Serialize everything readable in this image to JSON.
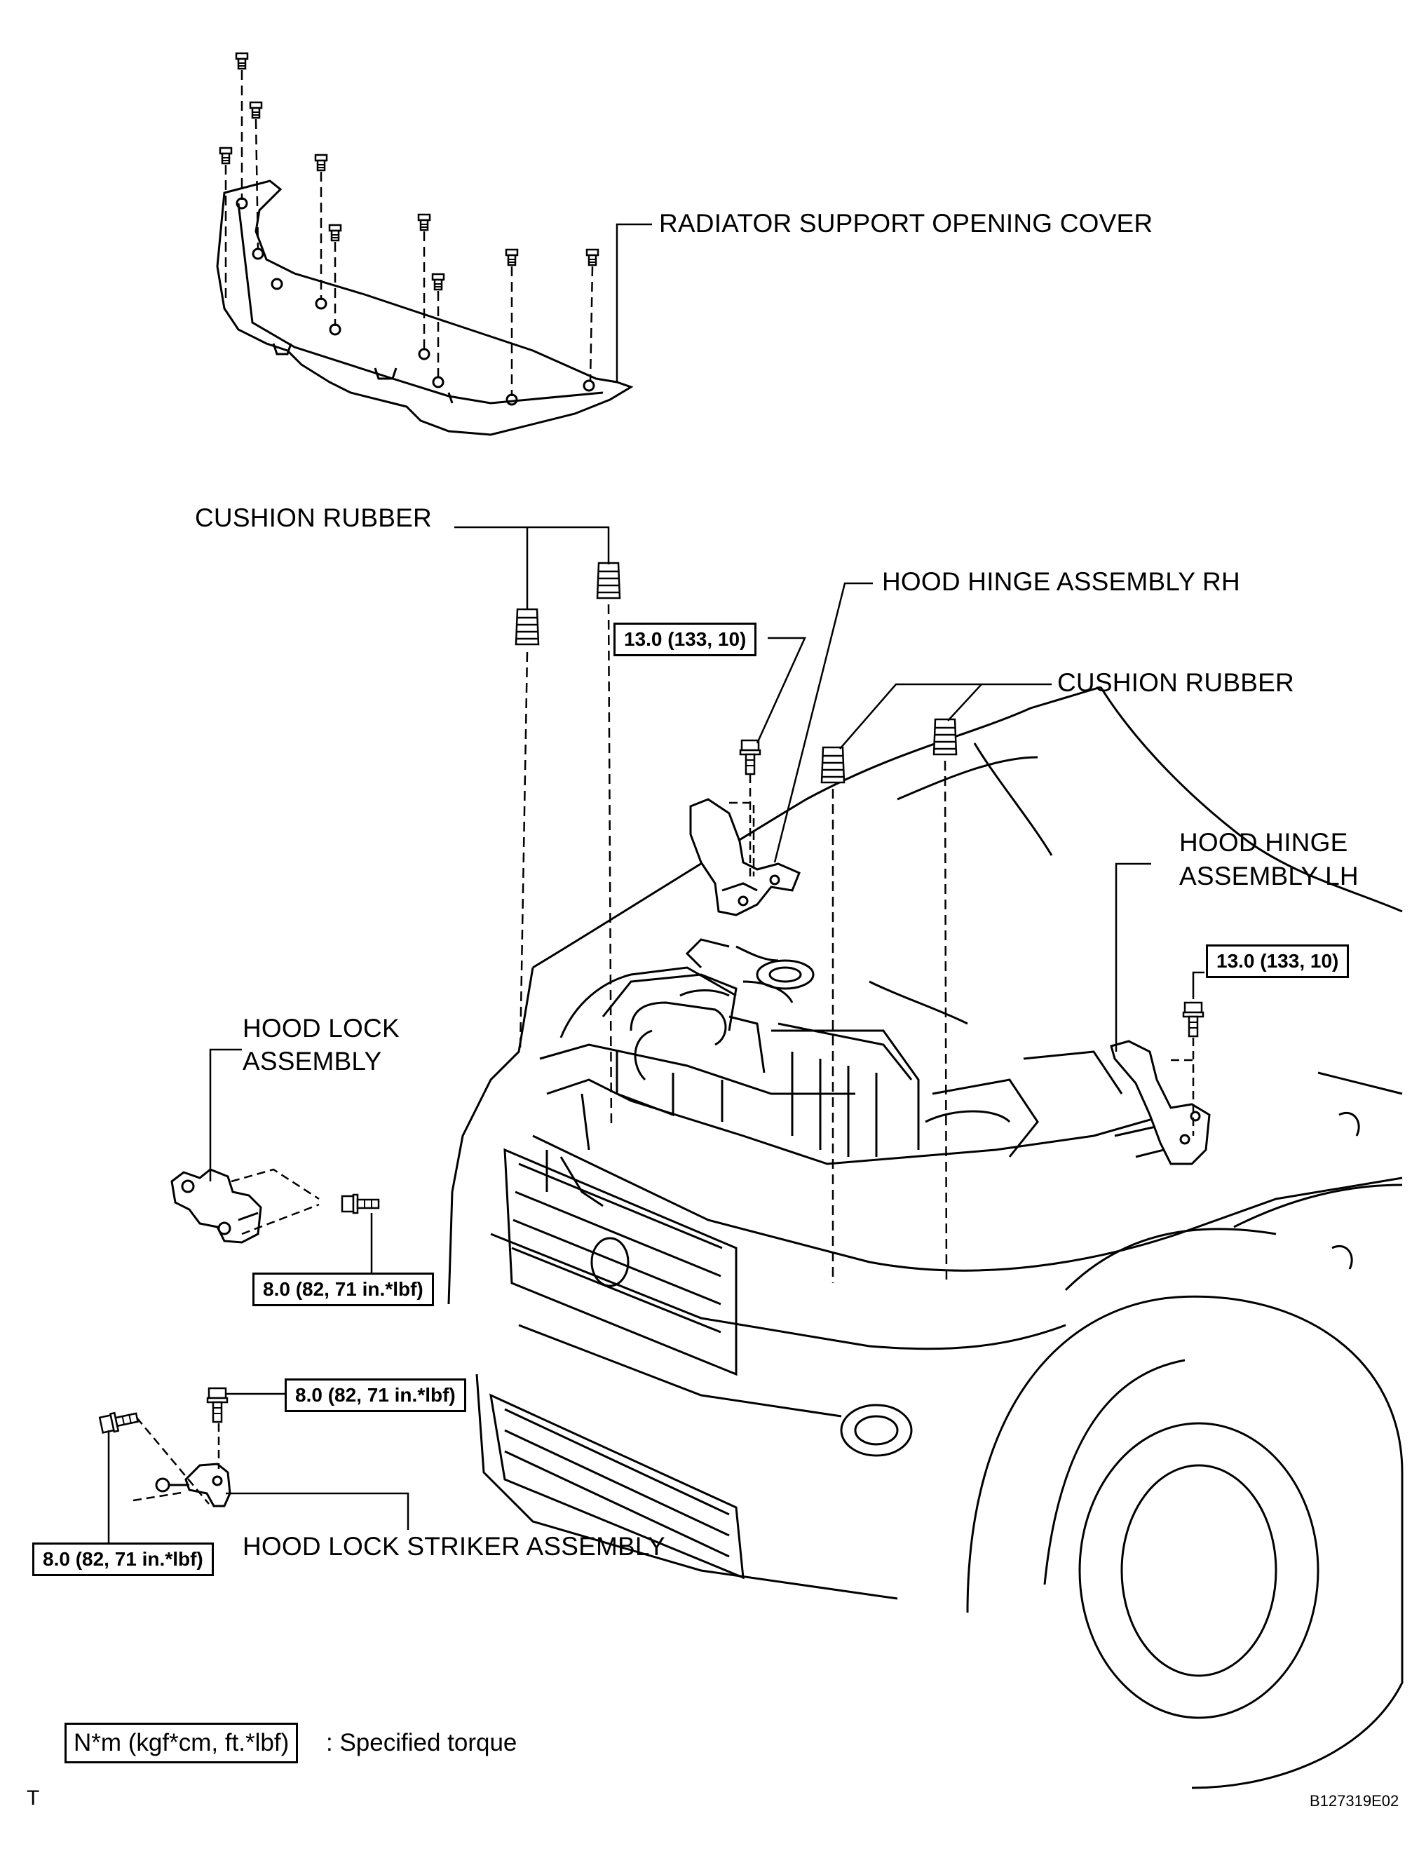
{
  "labels": {
    "radiator_cover": "RADIATOR SUPPORT OPENING COVER",
    "cushion_rubber_left": "CUSHION RUBBER",
    "hinge_rh": "HOOD HINGE ASSEMBLY RH",
    "cushion_rubber_right": "CUSHION RUBBER",
    "hinge_lh_line1": "HOOD HINGE",
    "hinge_lh_line2": "ASSEMBLY LH",
    "hood_lock_line1": "HOOD LOCK",
    "hood_lock_line2": "ASSEMBLY",
    "striker": "HOOD LOCK STRIKER ASSEMBLY"
  },
  "torques": {
    "hinge_rh": "13.0 (133, 10)",
    "hinge_lh": "13.0 (133, 10)",
    "hood_lock": "8.0 (82, 71 in.*lbf)",
    "striker_upper": "8.0 (82, 71 in.*lbf)",
    "striker_lower": "8.0 (82, 71 in.*lbf)"
  },
  "legend": {
    "box": "N*m (kgf*cm, ft.*lbf)",
    "text": ": Specified torque"
  },
  "footer": {
    "corner_letter": "T",
    "figure_id": "B127319E02"
  }
}
